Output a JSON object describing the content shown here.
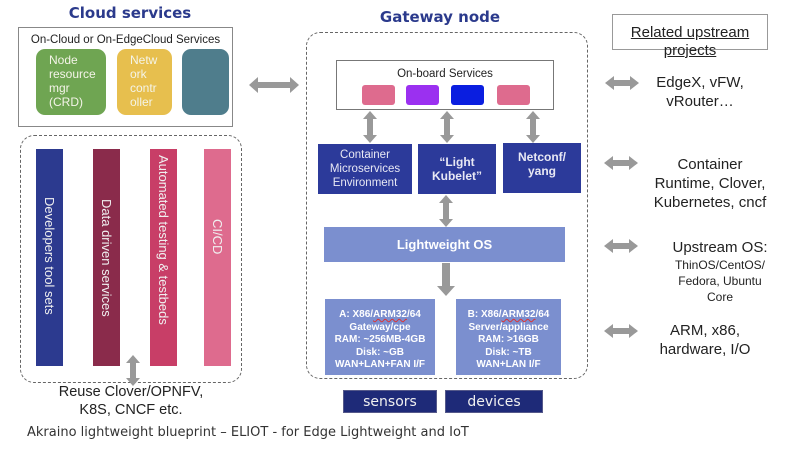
{
  "cloud_services": {
    "title": "Cloud services",
    "subtitle": "On-Cloud or On-EdgeCloud Services",
    "services": [
      {
        "label": "Node resource mgr (CRD)",
        "lines": [
          "Node",
          "resource",
          "mgr",
          "(CRD)"
        ],
        "color": "#6fa552"
      },
      {
        "label": "Network controller",
        "lines": [
          "Netw",
          "ork",
          "contr",
          "oller"
        ],
        "color": "#e7bf4e"
      },
      {
        "label": "",
        "lines": [],
        "color": "#4f7d8c"
      }
    ]
  },
  "toolsets": {
    "bars": [
      {
        "label": "Developers tool sets",
        "color": "#2c3a8f"
      },
      {
        "label": "Data driven services",
        "color": "#8a2b4b"
      },
      {
        "label": "Automated testing & testbeds",
        "color": "#c83e67"
      },
      {
        "label": "CI/CD",
        "color": "#de6b8e"
      }
    ],
    "reuse_lines": [
      "Reuse Clover/OPNFV,",
      "K8S, CNCF etc."
    ]
  },
  "gateway": {
    "title": "Gateway node",
    "onboard_label": "On-board Services",
    "onboard_colors": [
      "#de6b8e",
      "#9b30f0",
      "#0a1ee0",
      "#de6b8e"
    ],
    "blocks": [
      {
        "lines": [
          "Container",
          "Microservices",
          "Environment"
        ]
      },
      {
        "lines": [
          "“Light",
          "Kubelet”"
        ]
      },
      {
        "lines": [
          "Netconf/",
          "yang"
        ]
      }
    ],
    "os_label": "Lightweight OS",
    "hardware": [
      {
        "arch_prefix": "A: X86/",
        "arch_ul": "ARM32",
        "arch_suffix": "/64",
        "lines": [
          "Gateway/cpe",
          "RAM: ~256MB-4GB",
          "Disk: ~GB",
          "WAN+LAN+FAN I/F"
        ]
      },
      {
        "arch_prefix": "B: X86/",
        "arch_ul": "ARM32",
        "arch_suffix": "/64",
        "lines": [
          "Server/appliance",
          "RAM: >16GB",
          "Disk: ~TB",
          "WAN+LAN I/F"
        ]
      }
    ],
    "tags": [
      "sensors",
      "devices"
    ]
  },
  "upstream": {
    "title_lines": [
      "Related upstream",
      "projects"
    ],
    "items": [
      {
        "lines": [
          "EdgeX,  vFW,",
          "vRouter…"
        ]
      },
      {
        "lines": [
          "Container",
          "Runtime, Clover,",
          "Kubernetes, cncf"
        ]
      },
      {
        "heading": "Upstream OS:",
        "lines": [
          "ThinOS/CentOS/",
          "Fedora, Ubuntu",
          "Core"
        ]
      },
      {
        "lines": [
          "ARM, x86,",
          "hardware, I/O"
        ]
      }
    ]
  },
  "caption": "Akraino lightweight blueprint – ELIOT - for Edge Lightweight and IoT",
  "colors": {
    "title_blue": "#2b3a8c",
    "arrow_gray": "#999999",
    "block_navy": "#2c3a9a",
    "os_blue": "#7b8fcf",
    "tag_navy": "#1e2a78"
  }
}
